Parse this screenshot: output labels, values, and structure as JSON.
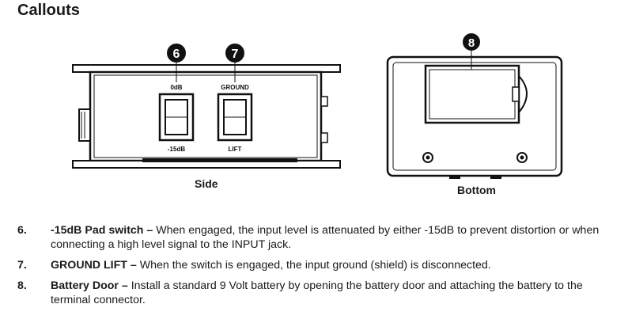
{
  "page_title": "Callouts",
  "side_view": {
    "caption": "Side",
    "callout_6": "6",
    "callout_7": "7",
    "switch_6_top_label": "0dB",
    "switch_6_bottom_label": "-15dB",
    "switch_7_top_label": "GROUND",
    "switch_7_bottom_label": "LIFT"
  },
  "bottom_view": {
    "caption": "Bottom",
    "callout_8": "8"
  },
  "items": [
    {
      "number": "6.",
      "term": "-15dB  Pad switch –",
      "text": " When engaged, the input level is attenuated by either -15dB to prevent distortion or when connecting a high level signal to the INPUT jack."
    },
    {
      "number": "7.",
      "term": "GROUND LIFT –",
      "text": " When the switch is engaged, the input ground (shield) is disconnected."
    },
    {
      "number": "8.",
      "term": "Battery Door –",
      "text": " Install a standard 9 Volt battery by opening the battery door and attaching the battery to the terminal connector."
    }
  ]
}
